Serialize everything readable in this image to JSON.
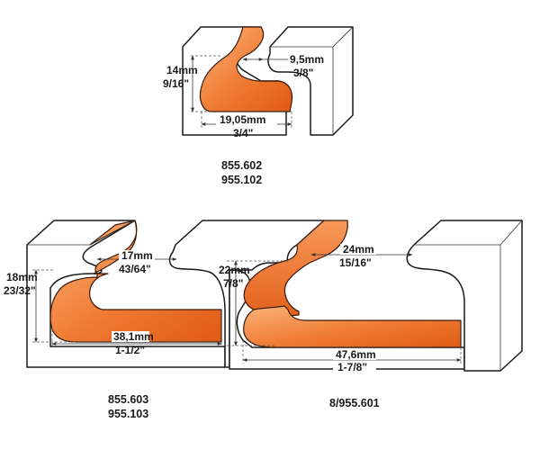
{
  "colors": {
    "profile_light": "#f7a46a",
    "profile_dark": "#e8641e",
    "outline": "#1a1a1a"
  },
  "diagrams": [
    {
      "id": "top",
      "dims": {
        "height_mm": "14mm",
        "height_in": "9/16\"",
        "neck_mm": "9,5mm",
        "neck_in": "3/8\"",
        "width_mm": "19,05mm",
        "width_in": "3/4\""
      },
      "codes": [
        "855.602",
        "955.102"
      ]
    },
    {
      "id": "bottom-left",
      "dims": {
        "height_mm": "18mm",
        "height_in": "23/32\"",
        "neck_mm": "17mm",
        "neck_in": "43/64\"",
        "width_mm": "38,1mm",
        "width_in": "1-1/2\""
      },
      "codes": [
        "855.603",
        "955.103"
      ]
    },
    {
      "id": "bottom-right",
      "dims": {
        "height_mm": "22mm",
        "height_in": "7/8\"",
        "neck_mm": "24mm",
        "neck_in": "15/16\"",
        "width_mm": "47,6mm",
        "width_in": "1-7/8\""
      },
      "codes": [
        "8/955.601"
      ]
    }
  ]
}
